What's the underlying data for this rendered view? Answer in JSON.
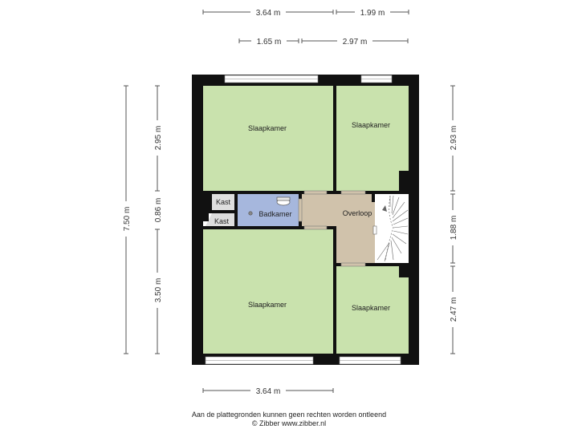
{
  "dimensions": {
    "top_row1_left": "3.64 m",
    "top_row1_right": "1.99 m",
    "top_row2_left": "1.65 m",
    "top_row2_right": "2.97 m",
    "left_total": "7.50 m",
    "left_top": "2.95 m",
    "left_mid": "0.86 m",
    "left_bottom": "3.50 m",
    "right_top": "2.93 m",
    "right_mid": "1.88 m",
    "right_bottom": "2.47 m",
    "bottom": "3.64 m"
  },
  "rooms": {
    "slaapkamer_top_left": "Slaapkamer",
    "slaapkamer_top_right": "Slaapkamer",
    "slaapkamer_bottom_left": "Slaapkamer",
    "slaapkamer_bottom_right": "Slaapkamer",
    "kast_top": "Kast",
    "kast_bottom": "Kast",
    "badkamer": "Badkamer",
    "overloop": "Overloop"
  },
  "colors": {
    "bedroom": "#c9e2ad",
    "bathroom": "#a6b7dd",
    "landing": "#d0c2ab",
    "closet": "#dedede",
    "wall": "#111111"
  },
  "footer": {
    "line1": "Aan de plattegronden kunnen geen rechten worden ontleend",
    "line2": "© Zibber www.zibber.nl"
  }
}
